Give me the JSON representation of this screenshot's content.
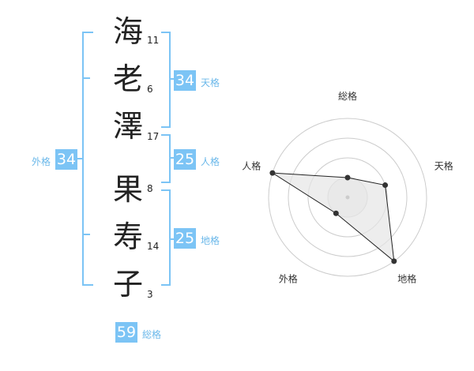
{
  "name": {
    "chars": [
      {
        "char": "海",
        "strokes": "11"
      },
      {
        "char": "老",
        "strokes": "6"
      },
      {
        "char": "澤",
        "strokes": "17"
      },
      {
        "char": "果",
        "strokes": "8"
      },
      {
        "char": "寿",
        "strokes": "14"
      },
      {
        "char": "子",
        "strokes": "3"
      }
    ]
  },
  "kakusu": {
    "tenkaku": {
      "value": "34",
      "label": "天格"
    },
    "jinkaku": {
      "value": "25",
      "label": "人格"
    },
    "chikaku": {
      "value": "25",
      "label": "地格"
    },
    "gaikaku": {
      "value": "34",
      "label": "外格"
    },
    "soukaku": {
      "value": "59",
      "label": "総格"
    }
  },
  "chart_data": {
    "type": "radar",
    "axes": [
      "総格",
      "天格",
      "地格",
      "外格",
      "人格"
    ],
    "rings": 4,
    "values": [
      1,
      2,
      4,
      1,
      4
    ],
    "max": 4,
    "colors": {
      "ring": "#cccccc",
      "fill": "#e6e6e6",
      "line": "#222222",
      "point": "#333333"
    }
  }
}
